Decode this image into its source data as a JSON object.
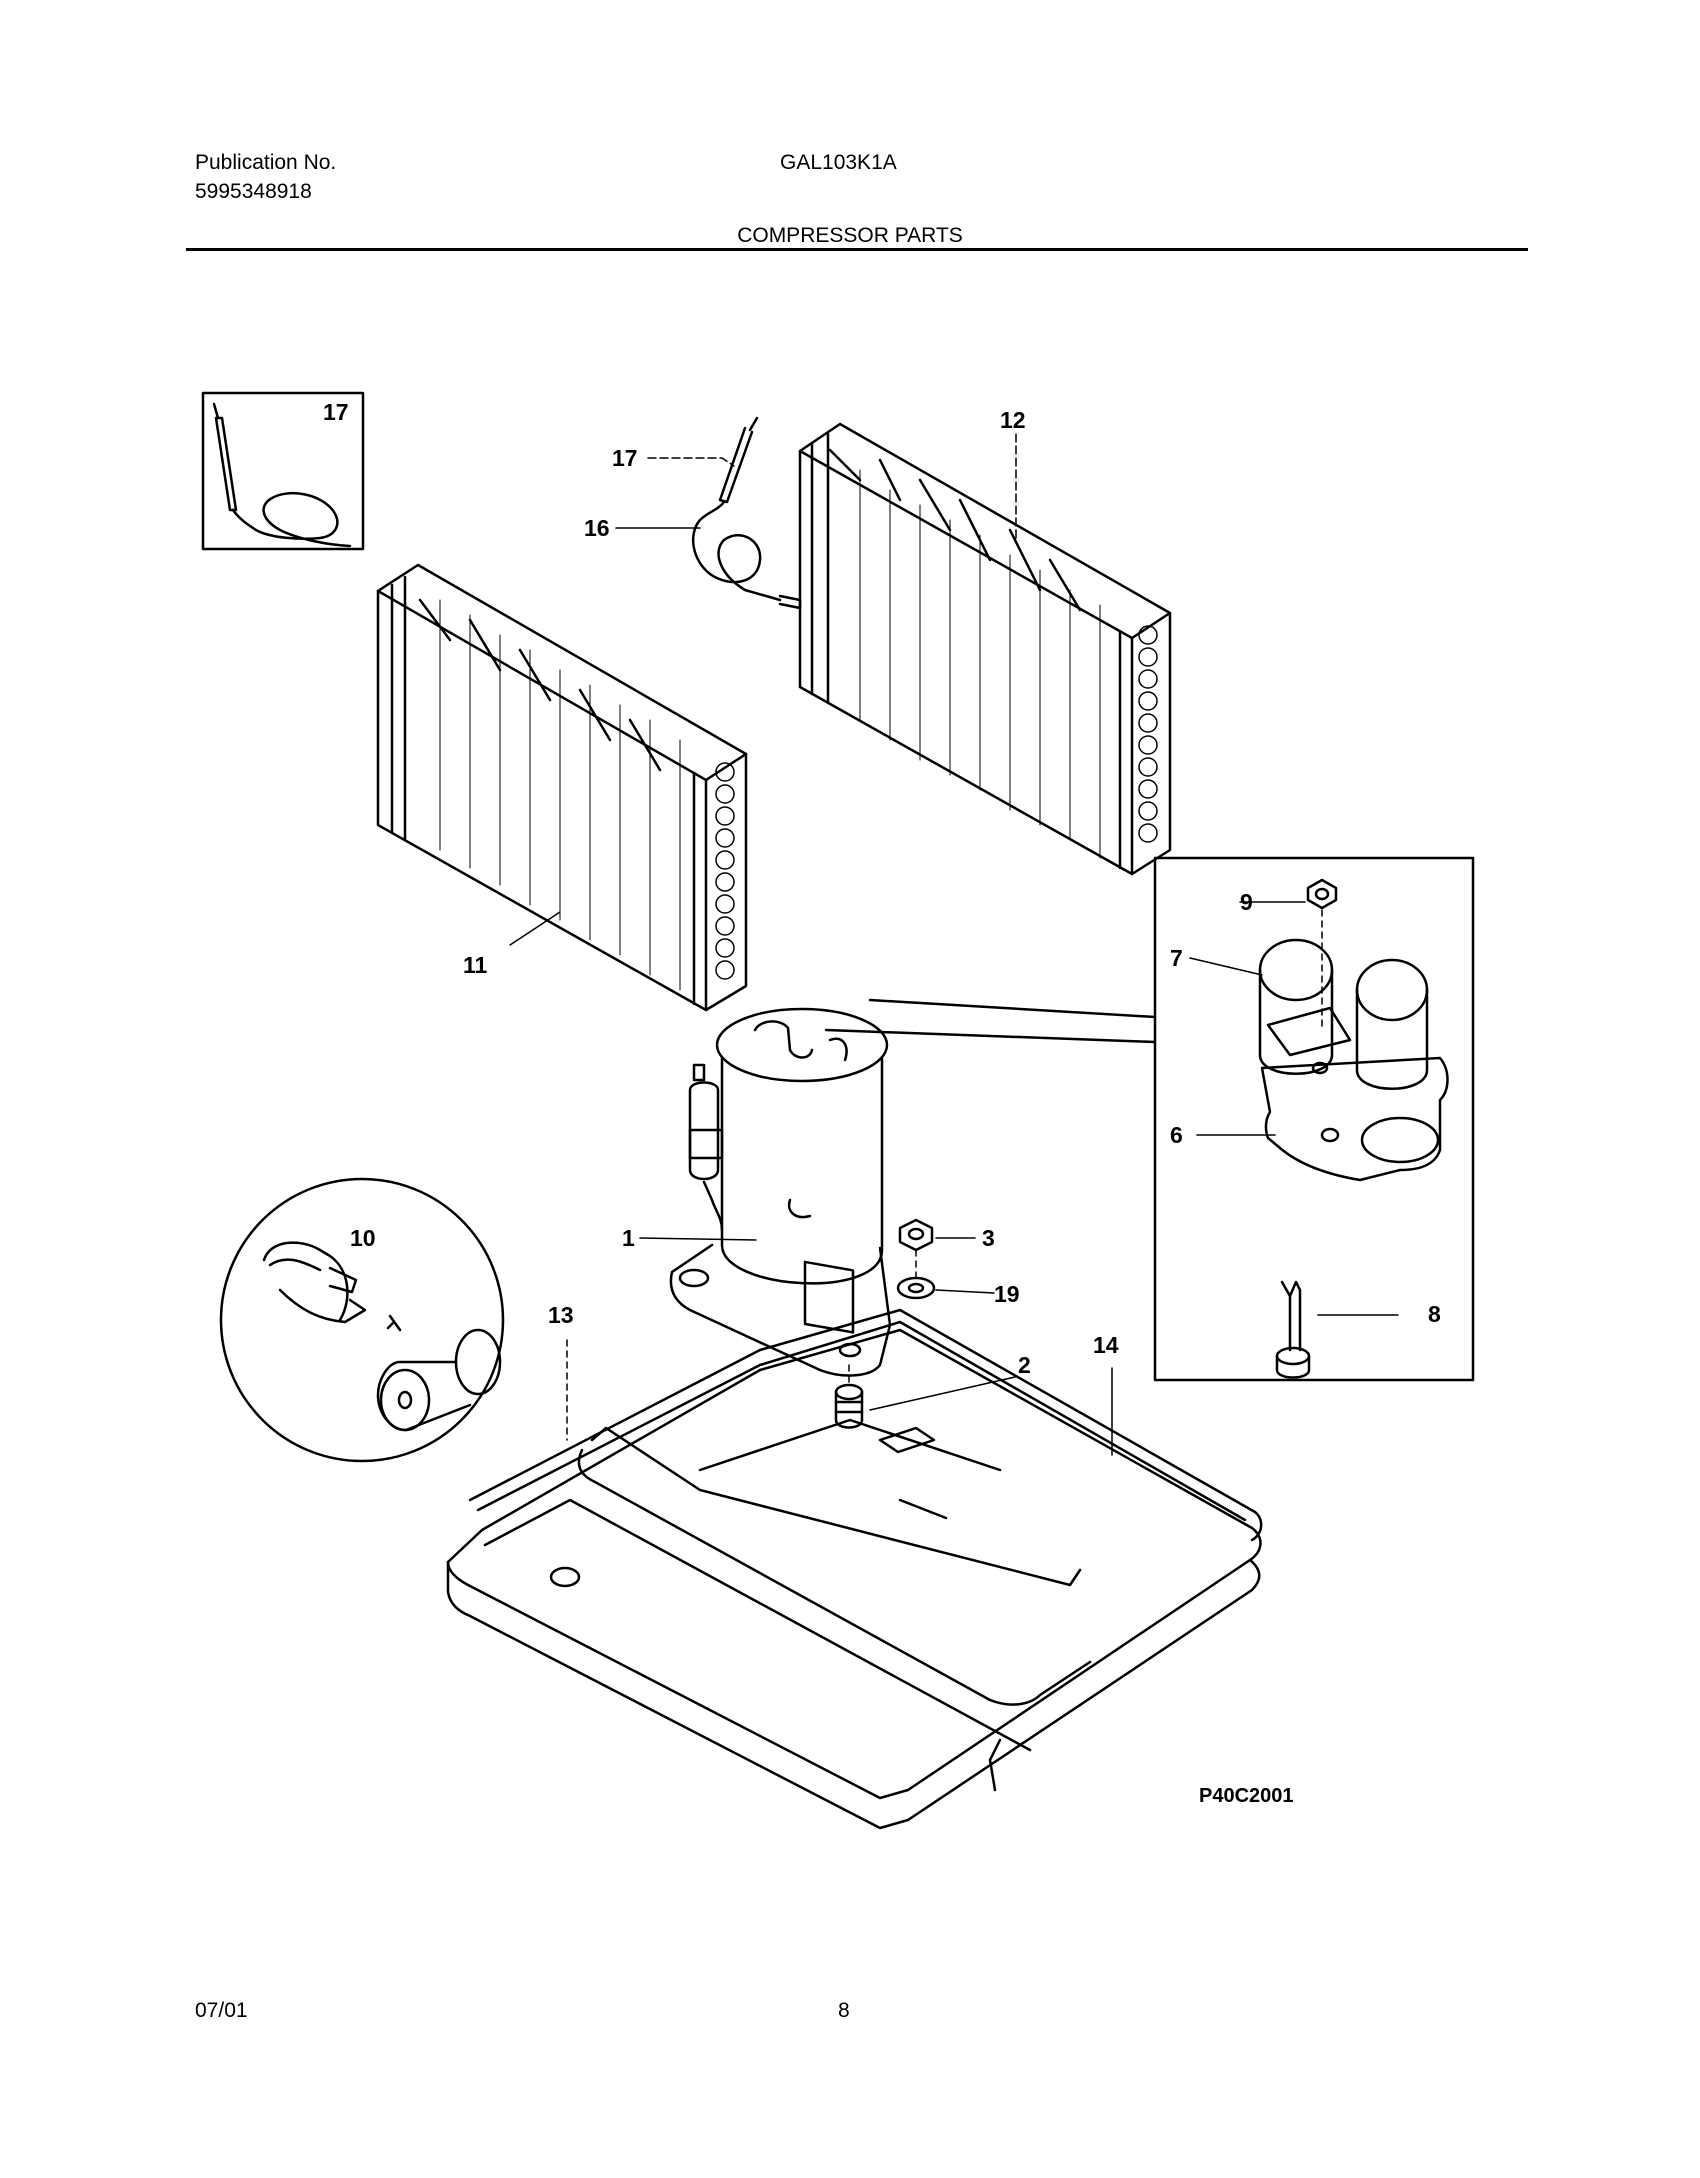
{
  "header": {
    "publication_label": "Publication No.",
    "publication_number": "5995348918",
    "model": "GAL103K1A",
    "section_title": "COMPRESSOR PARTS"
  },
  "figure_id": "P40C2001",
  "callouts": {
    "c1": "1",
    "c2": "2",
    "c3": "3",
    "c6": "6",
    "c7": "7",
    "c8": "8",
    "c9": "9",
    "c10": "10",
    "c11": "11",
    "c12": "12",
    "c13": "13",
    "c14": "14",
    "c16": "16",
    "c17a": "17",
    "c17b": "17",
    "c19": "19"
  },
  "footer": {
    "date": "07/01",
    "page": "8"
  }
}
